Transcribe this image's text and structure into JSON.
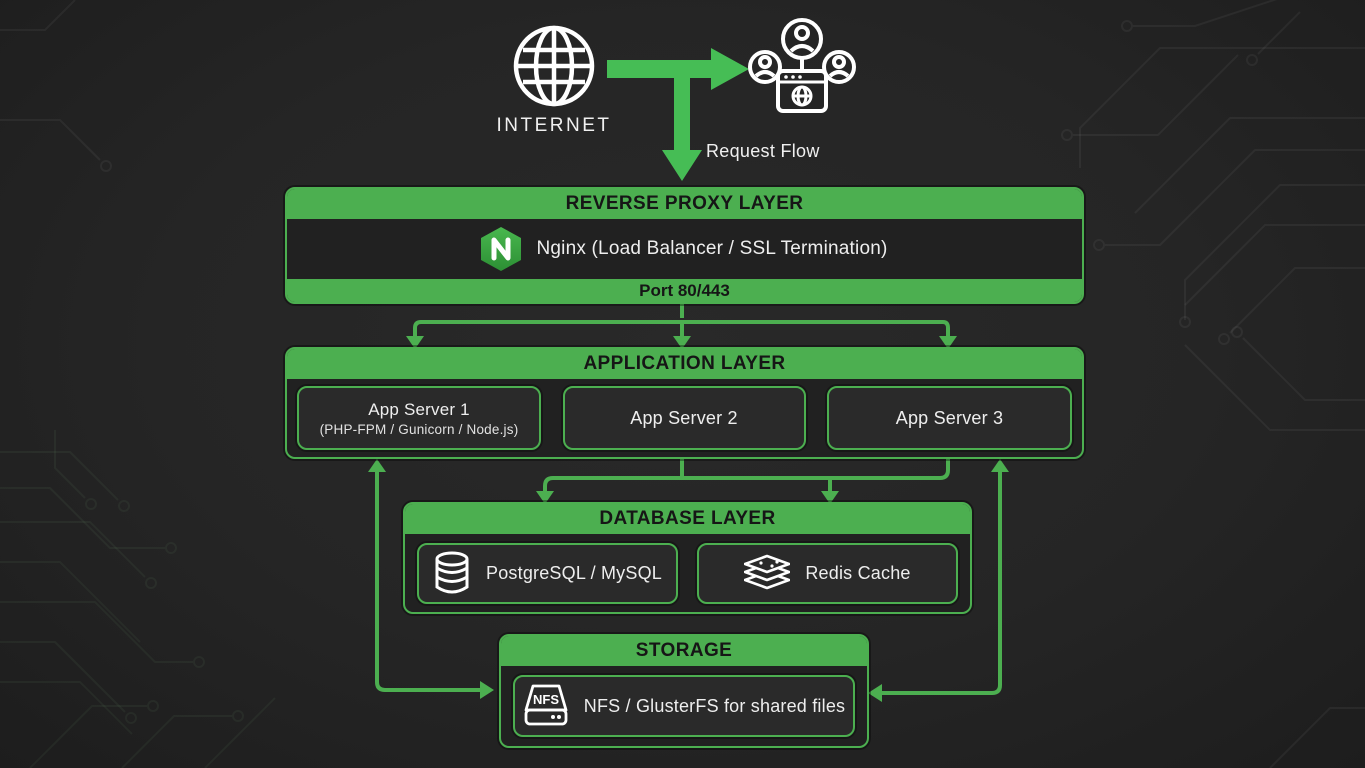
{
  "colors": {
    "accent_green": "#4caf50",
    "arrow_green": "#46bd55",
    "background": "#252525",
    "panel_background": "#212121",
    "node_background": "#2a2a2a",
    "header_text": "#161616",
    "light_text": "#f0f0f0",
    "nginx_green": "#3aa342"
  },
  "top": {
    "internet_label": "INTERNET",
    "request_flow_label": "Request Flow",
    "internet_icon": "globe-icon",
    "clients_icon": "users-browser-icon"
  },
  "layers": {
    "reverse_proxy": {
      "title": "REVERSE PROXY LAYER",
      "component": "Nginx (Load Balancer / SSL Termination)",
      "icon": "nginx-logo",
      "port": "Port 80/443"
    },
    "application": {
      "title": "APPLICATION LAYER",
      "servers": [
        {
          "name": "App Server 1",
          "detail": "(PHP-FPM / Gunicorn / Node.js)"
        },
        {
          "name": "App Server 2",
          "detail": ""
        },
        {
          "name": "App Server 3",
          "detail": ""
        }
      ]
    },
    "database": {
      "title": "DATABASE LAYER",
      "items": [
        {
          "label": "PostgreSQL / MySQL",
          "icon": "database-cylinder-icon"
        },
        {
          "label": "Redis Cache",
          "icon": "redis-stack-icon"
        }
      ]
    },
    "storage": {
      "title": "STORAGE",
      "items": [
        {
          "label": "NFS / GlusterFS for shared files",
          "icon": "nfs-drive-icon",
          "icon_label": "NFS"
        }
      ]
    }
  }
}
